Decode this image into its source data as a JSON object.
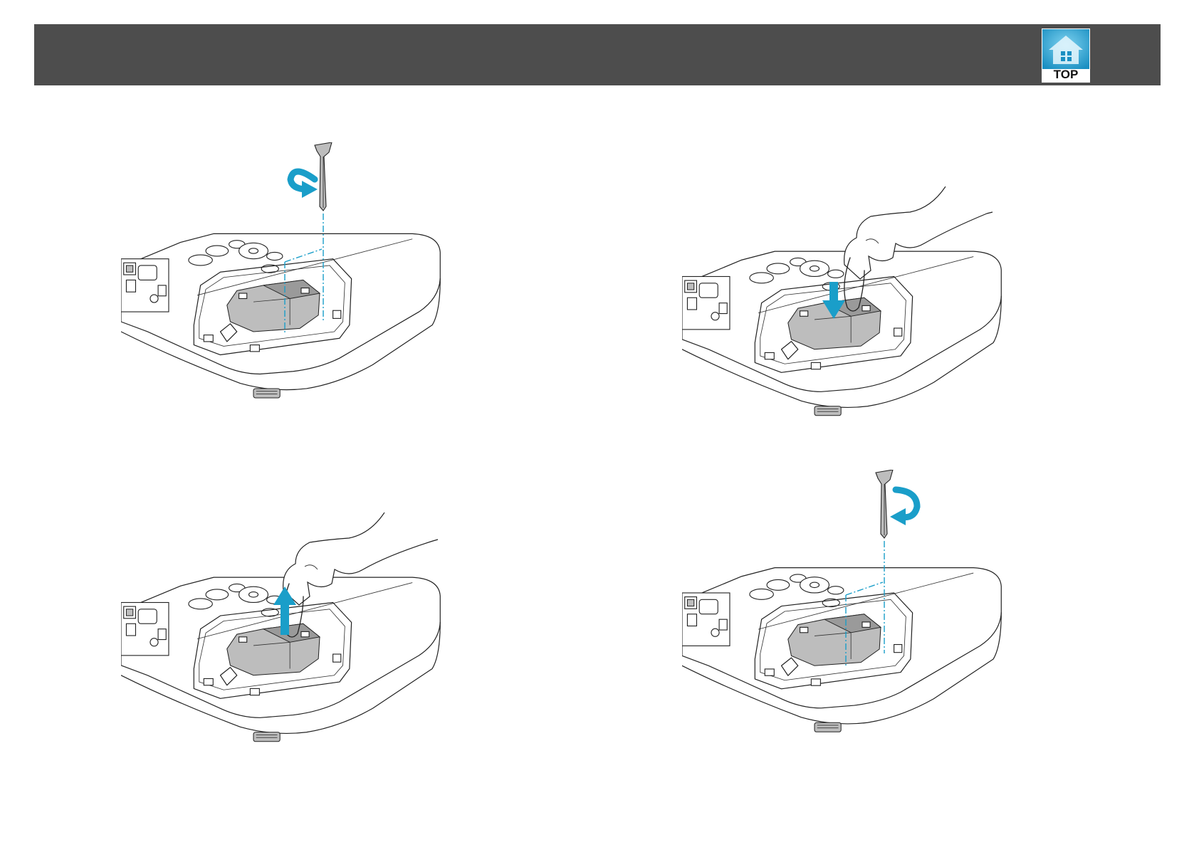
{
  "header": {
    "top_button_label": "TOP",
    "top_icon": "house-icon"
  },
  "colors": {
    "header_bg": "#4d4d4d",
    "accent": "#1a9ec9"
  },
  "figures": [
    {
      "name": "figure-loosen-lamp-screws",
      "icon": "counterclockwise-arrow-icon"
    },
    {
      "name": "figure-pull-out-lamp",
      "icon": "up-arrow-icon"
    },
    {
      "name": "figure-insert-new-lamp",
      "icon": "down-arrow-icon"
    },
    {
      "name": "figure-tighten-lamp-screws",
      "icon": "clockwise-arrow-icon"
    }
  ]
}
